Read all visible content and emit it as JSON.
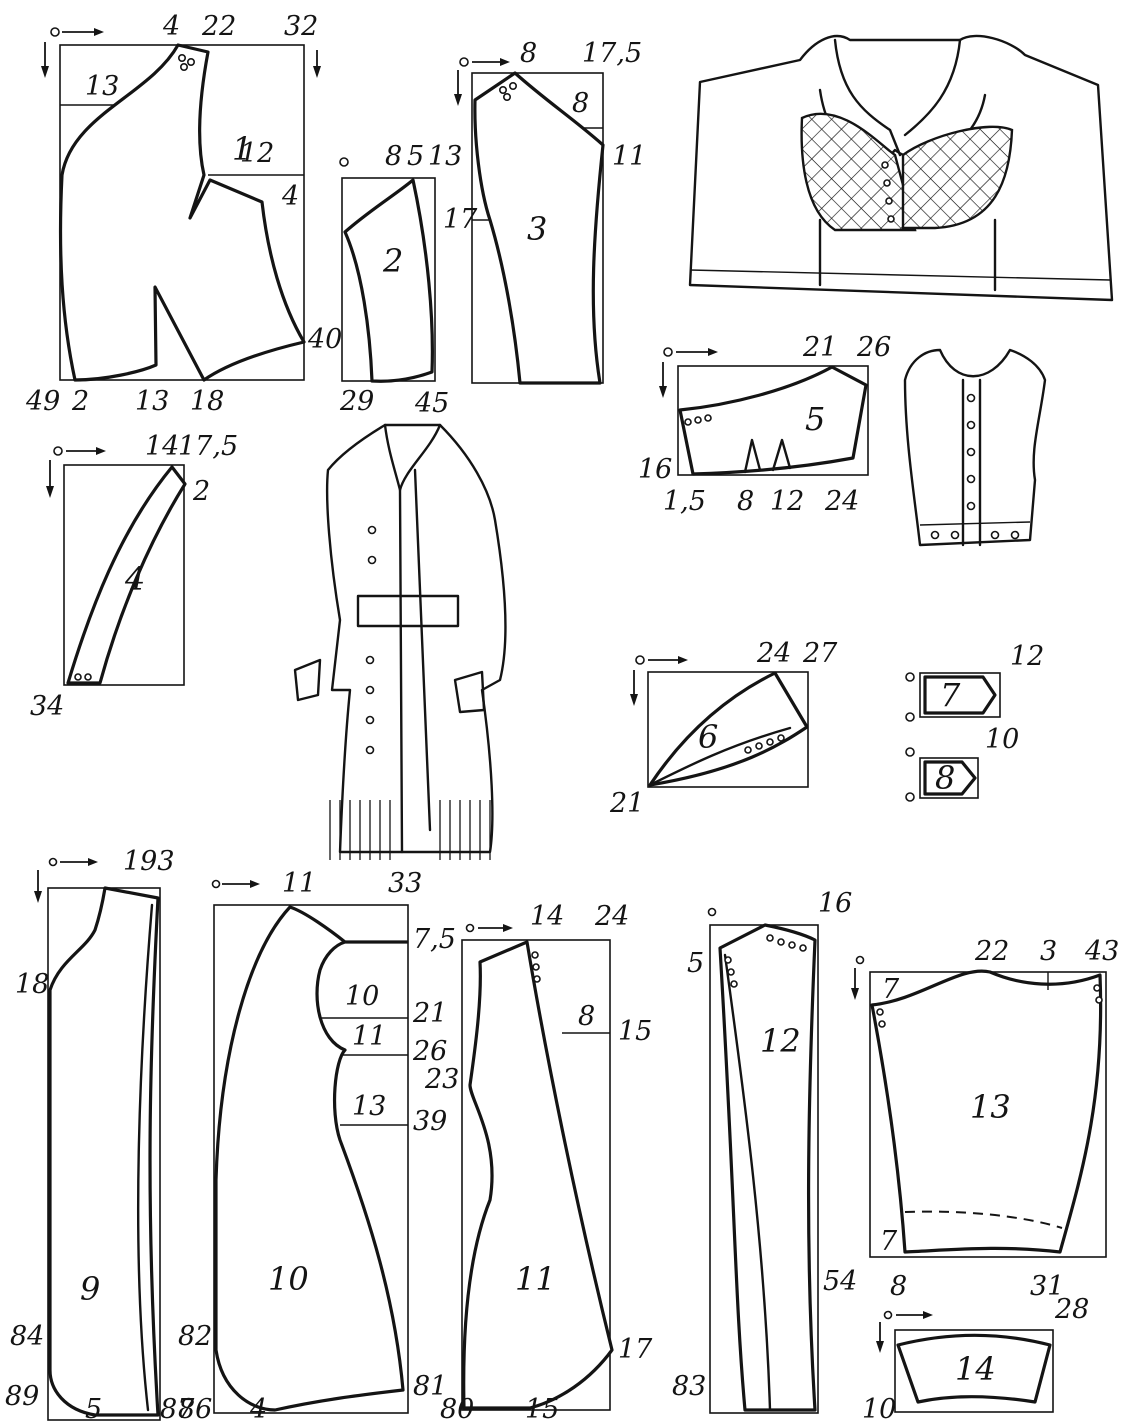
{
  "diagram": {
    "patterns": [
      {
        "id": "p1",
        "piece": "1",
        "labels": [
          "4",
          "22",
          "32",
          "13",
          "12",
          "4",
          "40",
          "49",
          "2",
          "13",
          "18"
        ]
      },
      {
        "id": "p2",
        "piece": "2",
        "labels": [
          "8",
          "5",
          "13",
          "29"
        ]
      },
      {
        "id": "p3",
        "piece": "3",
        "labels": [
          "8",
          "17,5",
          "8",
          "11",
          "17",
          "45"
        ]
      },
      {
        "id": "p4",
        "piece": "4",
        "labels": [
          "14",
          "17,5",
          "2",
          "34"
        ]
      },
      {
        "id": "p5",
        "piece": "5",
        "labels": [
          "21",
          "26",
          "16",
          "1,5",
          "8",
          "12",
          "24"
        ]
      },
      {
        "id": "p6",
        "piece": "6",
        "labels": [
          "24",
          "27",
          "21"
        ]
      },
      {
        "id": "p7",
        "piece": "7",
        "labels": [
          "12"
        ]
      },
      {
        "id": "p8",
        "piece": "8",
        "labels": [
          "10"
        ]
      },
      {
        "id": "p9",
        "piece": "9",
        "labels": [
          "193",
          "18",
          "84",
          "89",
          "5",
          "87"
        ]
      },
      {
        "id": "p10",
        "piece": "10",
        "labels": [
          "11",
          "33",
          "7,5",
          "10",
          "21",
          "11",
          "26",
          "13",
          "39",
          "82",
          "86",
          "4",
          "81"
        ]
      },
      {
        "id": "p11",
        "piece": "11",
        "labels": [
          "14",
          "24",
          "8",
          "15",
          "23",
          "17",
          "80",
          "15"
        ]
      },
      {
        "id": "p12",
        "piece": "12",
        "labels": [
          "16",
          "5",
          "54",
          "83"
        ]
      },
      {
        "id": "p13",
        "piece": "13",
        "labels": [
          "22",
          "3",
          "43",
          "7",
          "7",
          "8",
          "31"
        ]
      },
      {
        "id": "p14",
        "piece": "14",
        "labels": [
          "28",
          "10"
        ]
      }
    ],
    "illustrations": [
      "bodice-illustration",
      "vest-illustration",
      "coat-illustration"
    ]
  },
  "colors": {
    "ink": "#141414",
    "paper": "#ffffff"
  }
}
